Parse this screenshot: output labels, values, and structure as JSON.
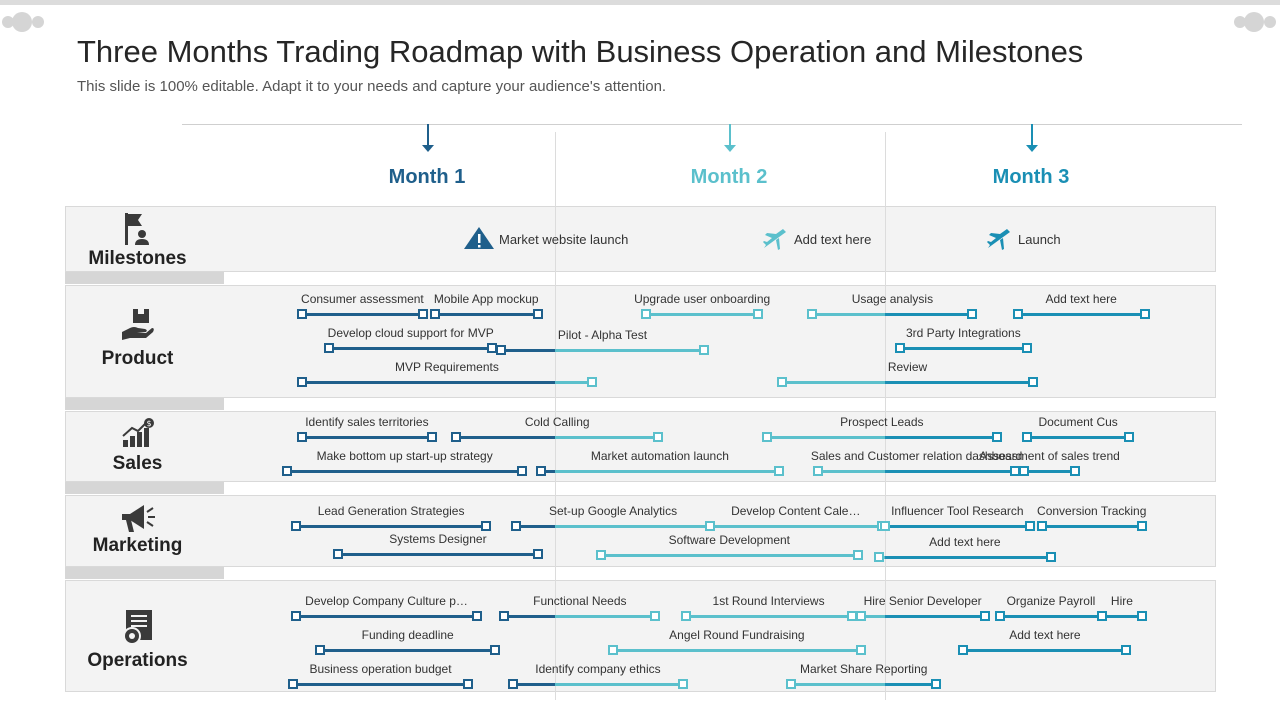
{
  "title": "Three Months Trading  Roadmap with Business Operation and Milestones",
  "subtitle": "This slide is 100% editable. Adapt it to your needs and capture your audience's attention.",
  "colors": {
    "dark": "#1f5f8b",
    "light": "#5bc0cc",
    "mid": "#1a8fb4"
  },
  "months": [
    {
      "label": "Month 1",
      "color": "#1f5f8b"
    },
    {
      "label": "Month 2",
      "color": "#5bc0cc"
    },
    {
      "label": "Month 3",
      "color": "#1a8fb4"
    }
  ],
  "rows": [
    {
      "label": "Milestones",
      "icon": "flag-person-icon"
    },
    {
      "label": "Product",
      "icon": "hand-box-icon"
    },
    {
      "label": "Sales",
      "icon": "growth-chart-icon"
    },
    {
      "label": "Marketing",
      "icon": "megaphone-icon"
    },
    {
      "label": "Operations",
      "icon": "document-gear-icon"
    }
  ],
  "milestones": [
    {
      "text": "Market website launch",
      "icon": "warning-triangle-icon"
    },
    {
      "text": "Add text here",
      "icon": "airplane-icon"
    },
    {
      "text": "Launch",
      "icon": "airplane-icon"
    }
  ],
  "tasks": [
    {
      "label": "Consumer assessment",
      "start": 0.0,
      "end": 0.4
    },
    {
      "label": "Mobile App mockup",
      "start": 0.44,
      "end": 0.78
    },
    {
      "label": "Upgrade user onboarding",
      "start": 1.14,
      "end": 1.51
    },
    {
      "label": "Usage analysis",
      "start": 1.69,
      "end": 2.22
    },
    {
      "label": "Add text here",
      "start": 2.37,
      "end": 2.79
    },
    {
      "label": "Develop cloud support for MVP",
      "start": 0.09,
      "end": 0.63
    },
    {
      "label": "Pilot - Alpha Test",
      "start": 0.66,
      "end": 1.33
    },
    {
      "label": "3rd Party Integrations",
      "start": 1.98,
      "end": 2.4
    },
    {
      "label": "MVP Requirements",
      "start": 0.0,
      "end": 0.96
    },
    {
      "label": "Review",
      "start": 1.59,
      "end": 2.42
    },
    {
      "label": "Identify sales territories",
      "start": 0.0,
      "end": 0.43
    },
    {
      "label": "Cold Calling",
      "start": 0.51,
      "end": 1.18
    },
    {
      "label": "Prospect Leads",
      "start": 1.54,
      "end": 2.3
    },
    {
      "label": "Document Cus",
      "start": 2.4,
      "end": 2.74
    },
    {
      "label": "Make bottom up start-up strategy",
      "start": -0.05,
      "end": 0.73
    },
    {
      "label": "Market automation launch",
      "start": 0.79,
      "end": 1.58
    },
    {
      "label": "Sales and Customer relation dashboard",
      "start": 1.71,
      "end": 2.36
    },
    {
      "label": "Assessment of sales trend",
      "start": 2.39,
      "end": 2.56
    },
    {
      "label": "Lead Generation Strategies",
      "start": -0.02,
      "end": 0.61
    },
    {
      "label": "Set-up Google Analytics",
      "start": 0.71,
      "end": 1.35
    },
    {
      "label": "Develop Content Cale…",
      "start": 1.35,
      "end": 1.92
    },
    {
      "label": "Influencer Tool Research",
      "start": 1.93,
      "end": 2.41
    },
    {
      "label": "Conversion Tracking",
      "start": 2.45,
      "end": 2.78
    },
    {
      "label": "Systems Designer",
      "start": 0.12,
      "end": 0.78
    },
    {
      "label": "Software Development",
      "start": 0.99,
      "end": 1.84
    },
    {
      "label": "Add text here",
      "start": 1.91,
      "end": 2.48
    },
    {
      "label": "Develop Company Culture p…",
      "start": -0.02,
      "end": 0.58
    },
    {
      "label": "Functional Needs",
      "start": 0.67,
      "end": 1.17
    },
    {
      "label": "1st Round Interviews",
      "start": 1.27,
      "end": 1.82
    },
    {
      "label": "Hire Senior Developer",
      "start": 1.85,
      "end": 2.26
    },
    {
      "label": "Organize Payroll",
      "start": 2.31,
      "end": 2.65
    },
    {
      "label": "Hire",
      "start": 2.65,
      "end": 2.78
    },
    {
      "label": "Funding deadline",
      "start": 0.06,
      "end": 0.64
    },
    {
      "label": "Angel Round Fundraising",
      "start": 1.03,
      "end": 1.85
    },
    {
      "label": "Add text here",
      "start": 2.19,
      "end": 2.73
    },
    {
      "label": "Business operation budget",
      "start": -0.03,
      "end": 0.55
    },
    {
      "label": "Identify company ethics",
      "start": 0.7,
      "end": 1.26
    },
    {
      "label": "Market Share Reporting",
      "start": 1.62,
      "end": 2.1
    }
  ]
}
